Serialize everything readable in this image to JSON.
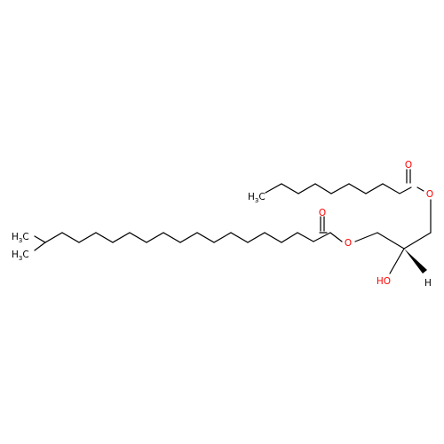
{
  "colors": {
    "carbon": "#000000",
    "oxygen": "#ff0000",
    "background": "#ffffff"
  },
  "atoms": {
    "o1": "O",
    "o2": "O",
    "o3": "O",
    "o4": "O",
    "oh": "HO",
    "h": "H",
    "ch3_top": {
      "main": "H",
      "sub": "3",
      "tail": "C"
    },
    "ch3_a": {
      "main": "H",
      "sub": "3",
      "tail": "C"
    },
    "ch3_b": {
      "main": "H",
      "sub": "3",
      "tail": "C"
    }
  }
}
